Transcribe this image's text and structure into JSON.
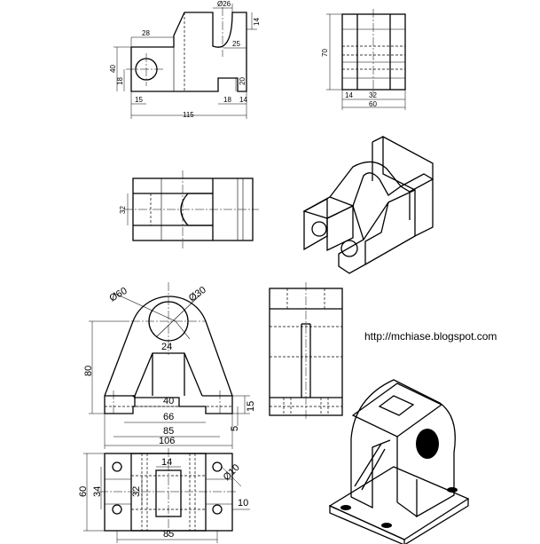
{
  "site_url": "http://mchiase.blogspot.com",
  "drawing1": {
    "front": {
      "d26": "Ø26",
      "d14a": "14",
      "d28": "28",
      "d25": "25",
      "d40": "40",
      "d18a": "18",
      "d20": "20",
      "d15": "15",
      "d18b": "18",
      "d14b": "14",
      "d115": "115"
    },
    "side": {
      "d70": "70",
      "d14": "14",
      "d32": "32",
      "d60": "60"
    },
    "top": {
      "d32": "32"
    }
  },
  "drawing2": {
    "front": {
      "d60": "Ø60",
      "d30": "Ø30",
      "d24": "24",
      "d80": "80",
      "d40": "40",
      "d66": "66",
      "d85": "85",
      "d106": "106",
      "d15": "15",
      "d5": "5"
    },
    "top": {
      "d14": "14",
      "d10": "Ø10",
      "d34": "34",
      "d60": "60",
      "d32": "32",
      "d10b": "10",
      "d85": "85"
    }
  }
}
